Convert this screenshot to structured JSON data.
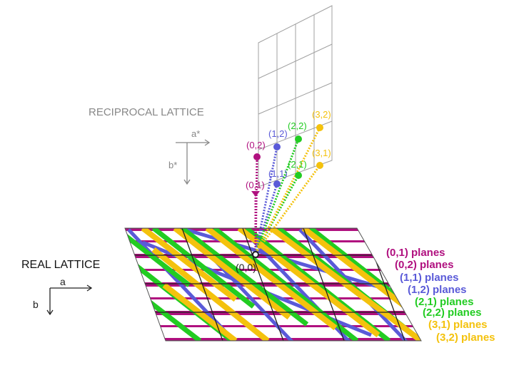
{
  "reciprocal": {
    "title": "RECIPROCAL LATTICE",
    "a_star": "a*",
    "b_star": "b*",
    "points": [
      {
        "label": "(0,1)",
        "color": "#b0107f"
      },
      {
        "label": "(0,2)",
        "color": "#b0107f"
      },
      {
        "label": "(1,1)",
        "color": "#5a5ad8"
      },
      {
        "label": "(1,2)",
        "color": "#5a5ad8"
      },
      {
        "label": "(2,1)",
        "color": "#22cc22"
      },
      {
        "label": "(2,2)",
        "color": "#22cc22"
      },
      {
        "label": "(3,1)",
        "color": "#f4c20d"
      },
      {
        "label": "(3,2)",
        "color": "#f4c20d"
      }
    ]
  },
  "real": {
    "title": "REAL LATTICE",
    "a": "a",
    "b": "b",
    "origin": "(0,0)"
  },
  "legend": [
    {
      "label": "(0,1) planes",
      "color": "#b0107f"
    },
    {
      "label": "(0,2) planes",
      "color": "#b0107f"
    },
    {
      "label": "(1,1) planes",
      "color": "#5a5ad8"
    },
    {
      "label": "(1,2) planes",
      "color": "#5a5ad8"
    },
    {
      "label": "(2,1) planes",
      "color": "#22cc22"
    },
    {
      "label": "(2,2) planes",
      "color": "#22cc22"
    },
    {
      "label": "(3,1) planes",
      "color": "#f4c20d"
    },
    {
      "label": "(3,2) planes",
      "color": "#f4c20d"
    }
  ],
  "colors": {
    "magenta": "#b0107f",
    "blue": "#5a5ad8",
    "green": "#22cc22",
    "yellow": "#f4c20d",
    "grid": "#9a9a9a",
    "text": "#222222"
  }
}
